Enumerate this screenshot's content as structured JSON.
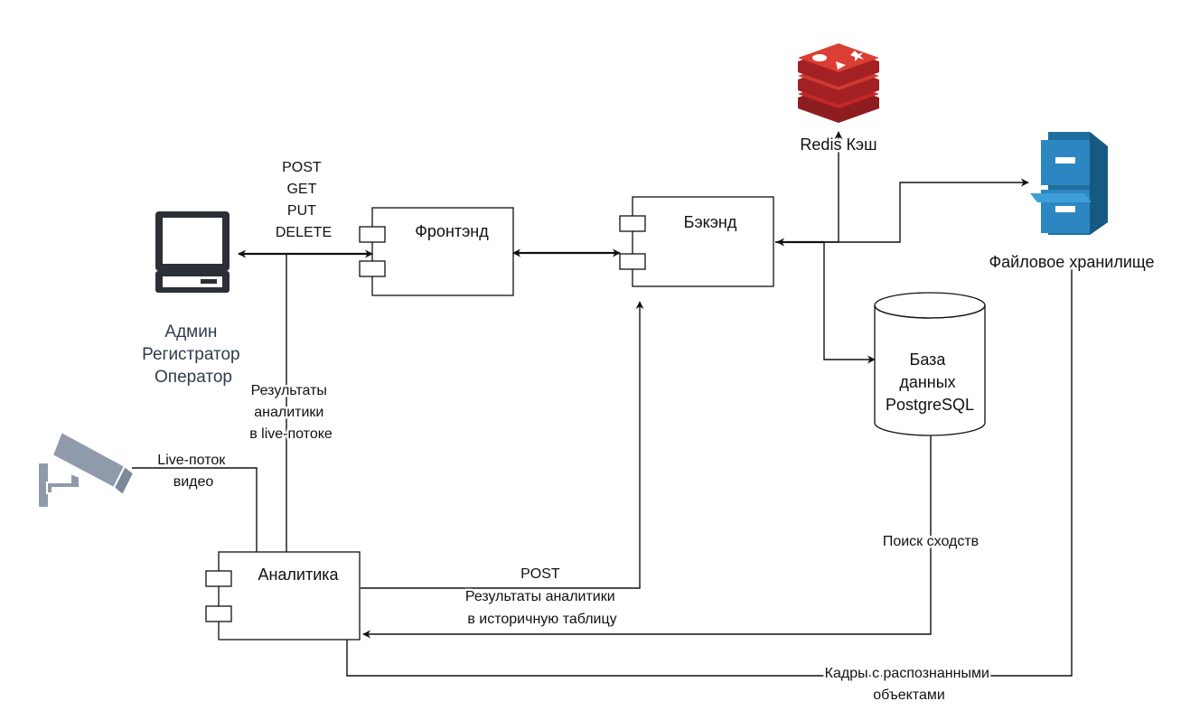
{
  "nodes": {
    "user": {
      "lines": [
        "Админ",
        "Регистратор",
        "Оператор"
      ],
      "icon": "monitor-icon"
    },
    "frontend": {
      "label": "Фронтэнд"
    },
    "backend": {
      "label": "Бэкэнд"
    },
    "redis": {
      "label": "Redis Кэш",
      "icon": "redis-icon",
      "color": "#c4282a"
    },
    "file_storage": {
      "label": "Файловое хранилище",
      "icon": "file-cabinet-icon",
      "color": "#2c86c2"
    },
    "database": {
      "lines": [
        "База",
        "данных",
        "PostgreSQL"
      ]
    },
    "camera": {
      "icon": "cctv-camera-icon",
      "color": "#8f9aaa"
    },
    "analytics": {
      "label": "Аналитика"
    }
  },
  "edges": {
    "http_methods": {
      "lines": [
        "POST",
        "GET",
        "PUT",
        "DELETE"
      ]
    },
    "live_results": {
      "lines": [
        "Результаты",
        "аналитики",
        "в live-потоке"
      ]
    },
    "live_video": {
      "lines": [
        "Live-поток",
        "видео"
      ]
    },
    "post_history": {
      "lines": [
        "POST",
        "Результаты аналитики",
        "в историчную таблицу"
      ]
    },
    "similarity_search": {
      "label": "Поиск сходств"
    },
    "frames": {
      "lines": [
        "Кадры с распознанными",
        "объектами"
      ]
    }
  }
}
